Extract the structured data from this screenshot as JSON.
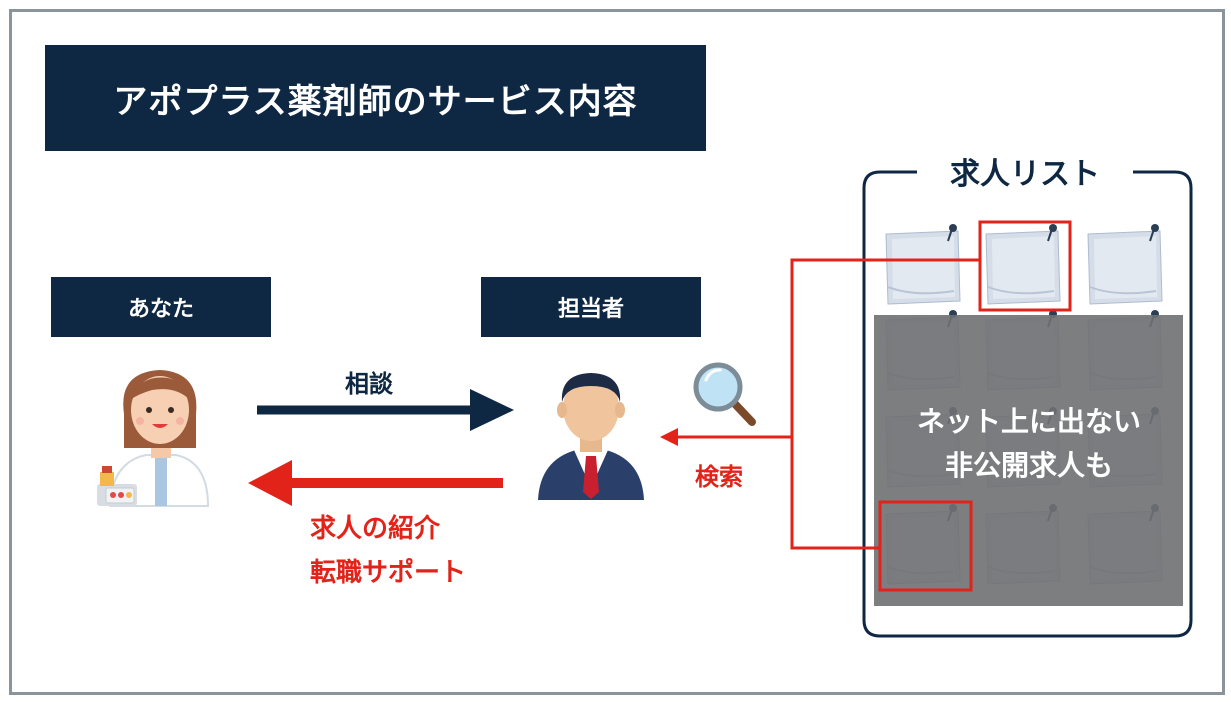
{
  "title": "アポプラス薬剤師のサービス内容",
  "you": {
    "label": "あなた"
  },
  "agent": {
    "label": "担当者"
  },
  "arrow_consult": "相談",
  "arrow_return": {
    "line1": "求人の紹介",
    "line2": "転職サポート"
  },
  "search_label": "検索",
  "job_list": {
    "title": "求人リスト",
    "hidden_text": {
      "line1": "ネット上に出ない",
      "line2": "非公開求人も"
    }
  },
  "colors": {
    "navy": "#0e2742",
    "red": "#e2231a",
    "frame": "#8a949c",
    "gray_overlay": "#7d7e80",
    "note": "#d5dde8"
  },
  "icons": [
    "pharmacist-woman-icon",
    "businessman-icon",
    "magnifier-icon",
    "sticky-note-icon"
  ]
}
